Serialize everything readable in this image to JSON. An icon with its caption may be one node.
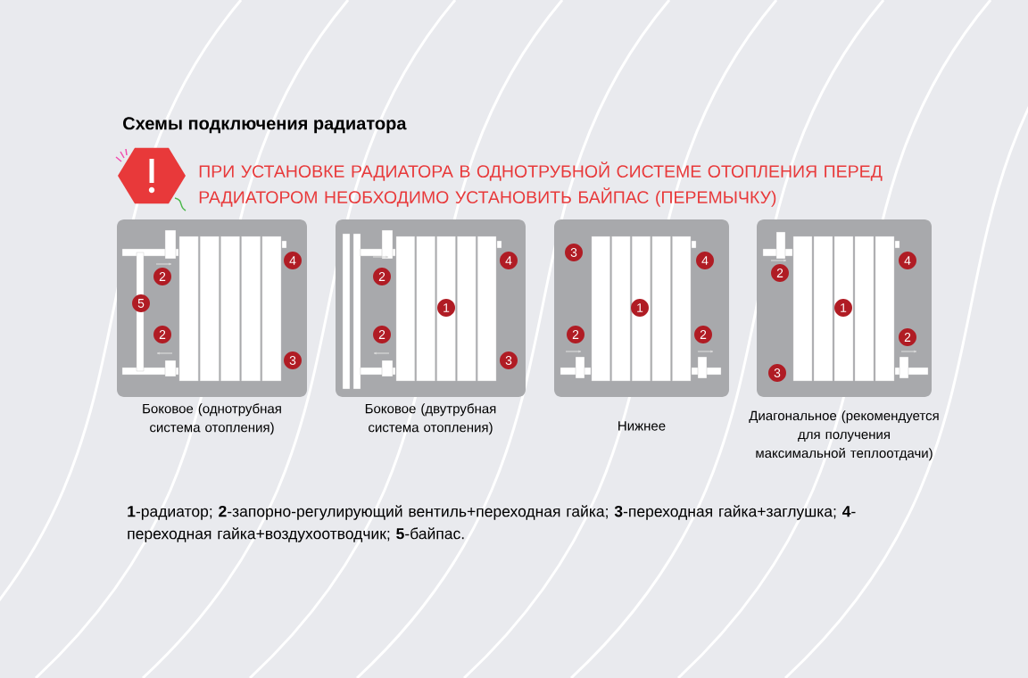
{
  "diagram": {
    "title": "Схемы подключения радиатора",
    "nodes": [
      {
        "text": [],
        "shape": "picture",
        "beside": [
          "Боковое (однотрубная система отопления)"
        ]
      },
      {
        "text": [],
        "shape": "picture",
        "beside": [
          "Боковое (двутрубная система отопления)"
        ]
      },
      {
        "text": [],
        "shape": "picture",
        "beside": [
          "Нижнее"
        ]
      },
      {
        "text": [],
        "shape": "picture",
        "beside": [
          "Диагональное (рекомендуется для получения максимальной теплоотдачи)"
        ]
      }
    ],
    "labels": [
      "ПРИ УСТАНОВКЕ РАДИАТОРА В ОДНОТРУБНОЙ СИСТЕМЕ ОТОПЛЕНИЯ ПЕРЕД РАДИАТОРОМ НЕОБХОДИМО УСТАНОВИТЬ БАЙПАС (ПЕРЕМЫЧКУ)",
      "2",
      "4",
      "5",
      "2",
      "3",
      "2",
      "4",
      "1",
      "2",
      "3",
      "3",
      "4",
      "1",
      "2",
      "2",
      "2",
      "4",
      "1",
      "2",
      "3",
      "**1**-радиатор; **2**-запорно-регулирующий вентиль+переходная гайка; **3**-переходная гайка+заглушка; **4**-переходная гайка+воздухоотводчик; **5**-байпас."
    ]
  }
}
